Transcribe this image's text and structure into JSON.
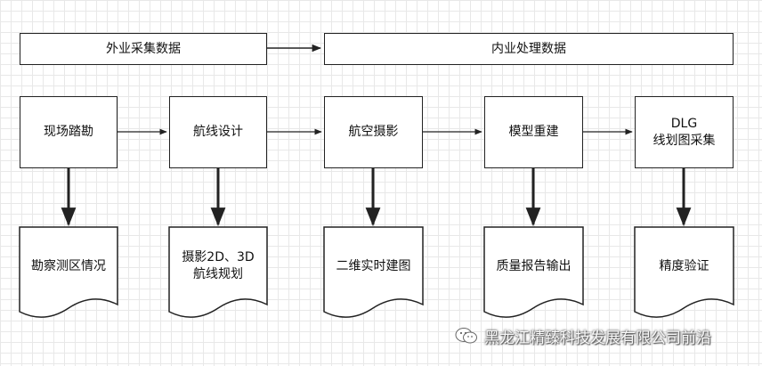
{
  "top_row": {
    "field": "外业采集数据",
    "office": "内业处理数据"
  },
  "steps": [
    "现场踏勘",
    "航线设计",
    "航空摄影",
    "模型重建",
    "DLG\n线划图采集"
  ],
  "outputs": [
    "勘察测区情况",
    "摄影2D、3D\n航线规划",
    "二维实时建图",
    "质量报告输出",
    "精度验证"
  ],
  "watermark": "黑龙江精臻科技发展有限公司前沿",
  "colors": {
    "stroke": "#222222",
    "grid": "#e8e8e8",
    "background": "#ffffff"
  }
}
